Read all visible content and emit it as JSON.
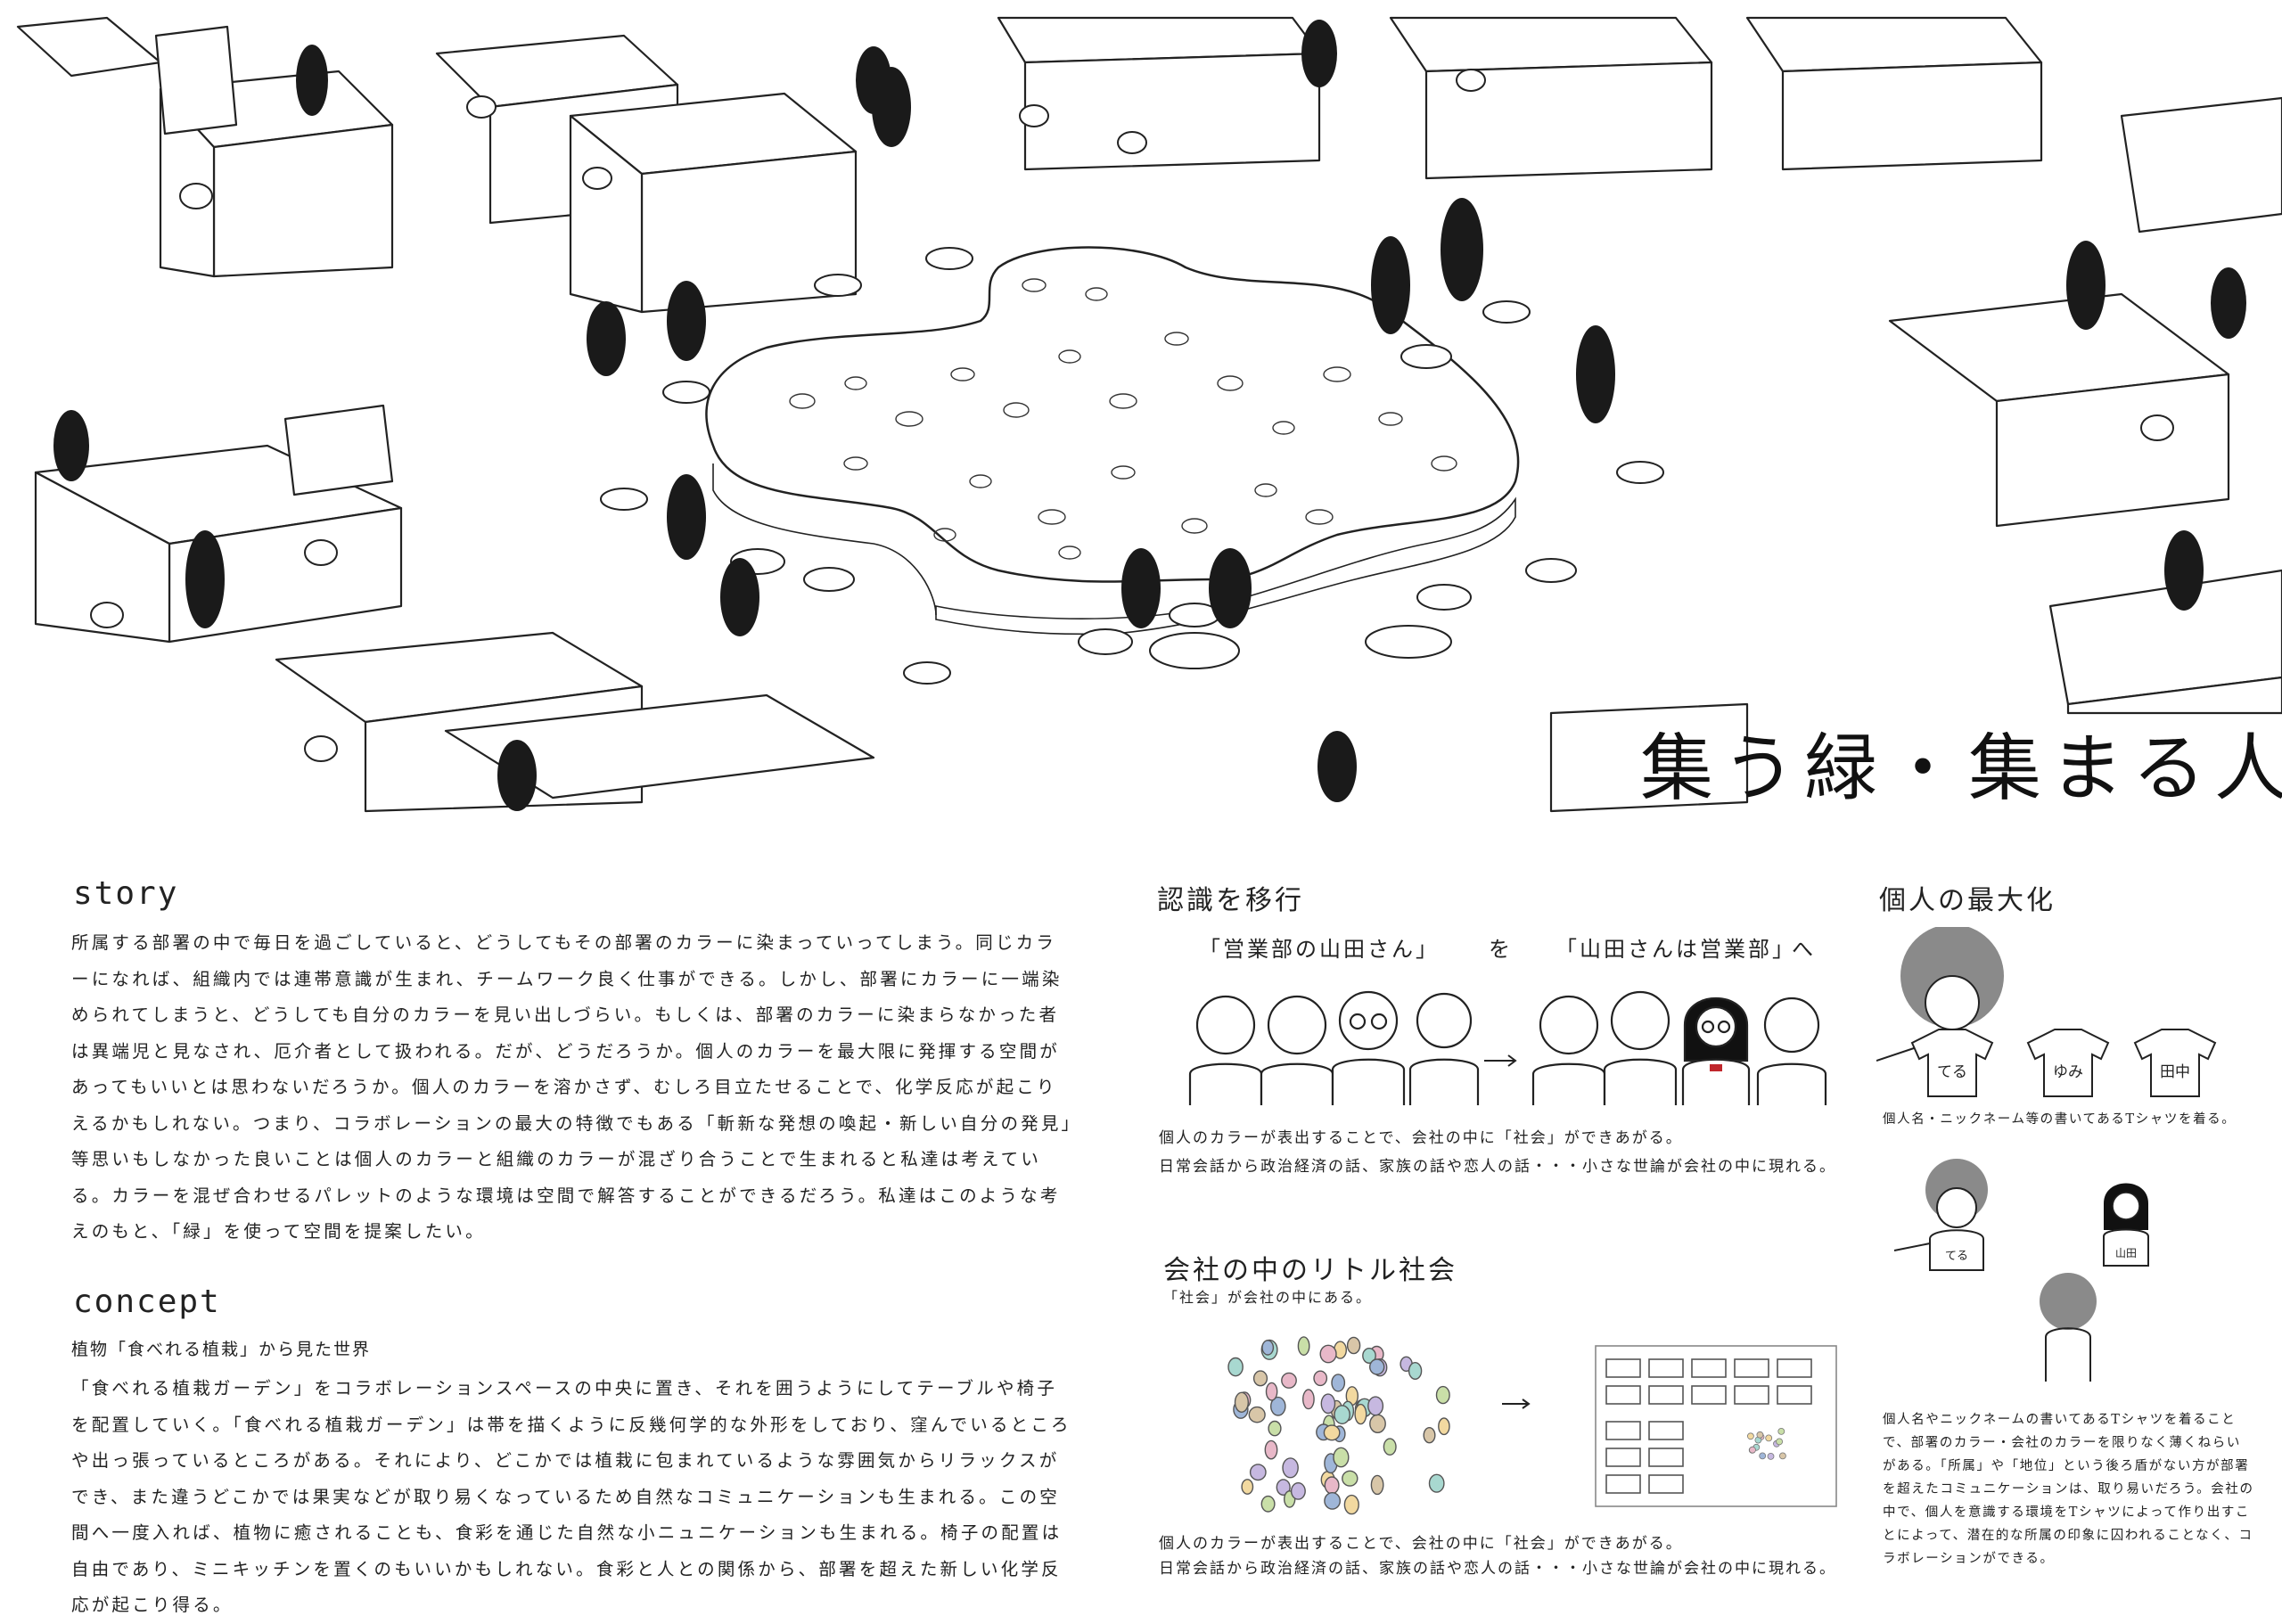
{
  "title": "集う緑・集まる人々",
  "story": {
    "heading": "story",
    "text": "所属する部署の中で毎日を過ごしていると、どうしてもその部署のカラーに染まっていってしまう。同じカラーになれば、組織内では連帯意識が生まれ、チームワーク良く仕事ができる。しかし、部署にカラーに一端染められてしまうと、どうしても自分のカラーを見い出しづらい。もしくは、部署のカラーに染まらなかった者は異端児と見なされ、厄介者として扱われる。だが、どうだろうか。個人のカラーを最大限に発揮する空間があってもいいとは思わないだろうか。個人のカラーを溶かさず、むしろ目立たせることで、化学反応が起こりえるかもしれない。つまり、コラボレーションの最大の特徴でもある「斬新な発想の喚起・新しい自分の発見」等思いもしなかった良いことは個人のカラーと組織のカラーが混ざり合うことで生まれると私達は考えている。カラーを混ぜ合わせるパレットのような環境は空間で解答することができるだろう。私達はこのような考えのもと、「緑」を使って空間を提案したい。"
  },
  "concept": {
    "heading": "concept",
    "subheading": "植物「食べれる植栽」から見た世界",
    "text": "「食べれる植栽ガーデン」をコラボレーションスペースの中央に置き、それを囲うようにしてテーブルや椅子を配置していく。「食べれる植栽ガーデン」は帯を描くように反幾何学的な外形をしており、窪んでいるところや出っ張っているところがある。それにより、どこかでは植栽に包まれているような雰囲気からリラックスができ、また違うどこかでは果実などが取り易くなっているため自然なコミュニケーションも生まれる。この空間へ一度入れば、植物に癒されることも、食彩を通じた自然な小ニュニケーションも生まれる。椅子の配置は自由であり、ミニキッチンを置くのもいいかもしれない。食彩と人との関係から、部署を超えた新しい化学反応が起こり得る。"
  },
  "recognition": {
    "heading": "認識を移行",
    "quote_left": "「営業部の山田さん」",
    "connector": "を",
    "quote_right": "「山田さんは営業部」",
    "suffix": "へ",
    "caption_line1": "個人のカラーが表出することで、会社の中に「社会」ができあがる。",
    "caption_line2": "日常会話から政治経済の話、家族の話や恋人の話・・・小さな世論が会社の中に現れる。"
  },
  "little_society": {
    "heading": "会社の中のリトル社会",
    "subheading": "「社会」が会社の中にある。",
    "caption_line1": "個人のカラーが表出することで、会社の中に「社会」ができあがる。",
    "caption_line2": "日常会話から政治経済の話、家族の話や恋人の話・・・小さな世論が会社の中に現れる。"
  },
  "maximize": {
    "heading": "個人の最大化",
    "shirt_labels": [
      "てる",
      "ゆみ",
      "田中"
    ],
    "caption": "個人名・ニックネーム等の書いてあるTシャツを着る。",
    "figure_labels": [
      "てる",
      "山田"
    ],
    "text": "個人名やニックネームの書いてあるTシャツを着ることで、部署のカラー・会社のカラーを限りなく薄くねらいがある。「所属」や「地位」という後ろ盾がない方が部署を超えたコミュニケーションは、取り易いだろう。会社の中で、個人を意識する環境をTシャツによって作り出すことによって、潜在的な所属の印象に囚われることなく、コラボレーションができる。"
  },
  "colors": {
    "ink": "#222222",
    "figure_gray": "#8a8a8a",
    "accent_red": "#c0262c",
    "dot_palette": [
      "#9fb6d8",
      "#c9dfa8",
      "#f2d9a0",
      "#e8b8c8",
      "#c6b8e0",
      "#a8d8d0",
      "#d8c6a8"
    ]
  }
}
